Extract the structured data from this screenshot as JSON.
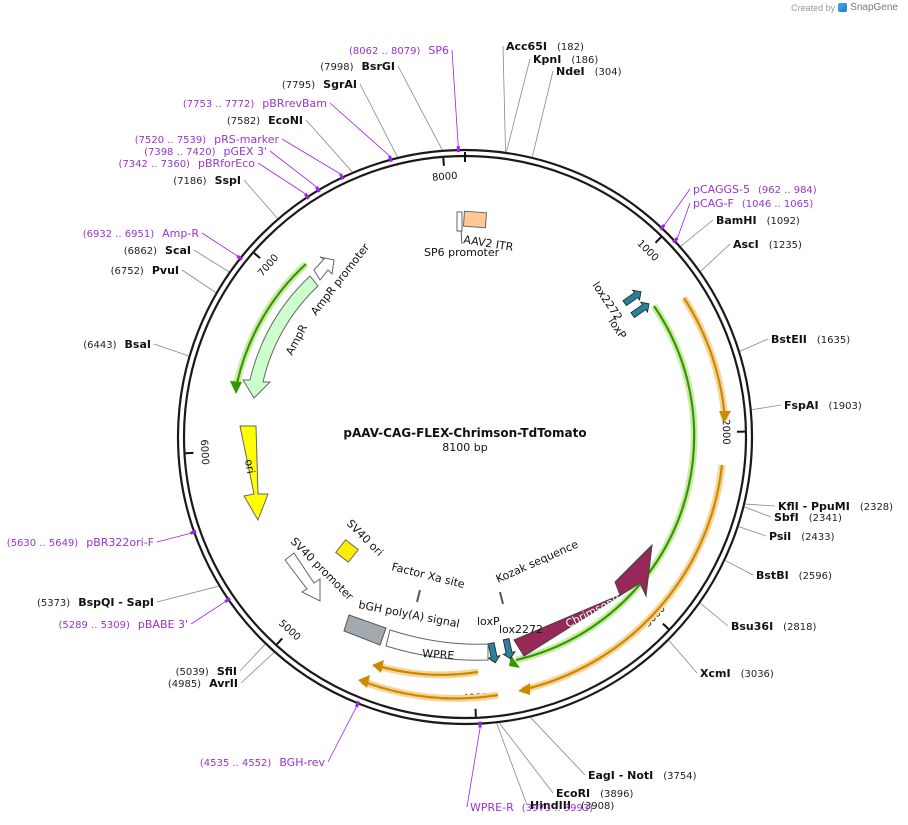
{
  "credit": {
    "created_by": "Created by",
    "brand": "SnapGene"
  },
  "plasmid": {
    "name": "pAAV-CAG-FLEX-Chrimson-TdTomato",
    "size_label": "8100 bp",
    "length": 8100
  },
  "colors": {
    "backbone": "#1a1a1a",
    "primer": "#a020f0",
    "amp": "#ccffcc",
    "ori": "#ffff00",
    "itr": "#ffc896",
    "chrimson": "#99285a",
    "lox": "#2e7f9a",
    "bgh": "#a2aab0",
    "sv40ori": "#ffee00",
    "orf_green": "#339900",
    "orf_orange": "#cc8a00"
  },
  "ticks": [
    {
      "pos": 1000,
      "label": "1000"
    },
    {
      "pos": 2000,
      "label": "2000"
    },
    {
      "pos": 3000,
      "label": "3000"
    },
    {
      "pos": 4000,
      "label": "4000"
    },
    {
      "pos": 5000,
      "label": "5000"
    },
    {
      "pos": 6000,
      "label": "6000"
    },
    {
      "pos": 7000,
      "label": "7000"
    },
    {
      "pos": 8000,
      "label": "8000"
    }
  ],
  "enzymes": [
    {
      "name": "Acc65I",
      "pos": "(182)",
      "site": 182
    },
    {
      "name": "KpnI",
      "pos": "(186)",
      "site": 186
    },
    {
      "name": "NdeI",
      "pos": "(304)",
      "site": 304
    },
    {
      "name": "BamHI",
      "pos": "(1092)",
      "site": 1092
    },
    {
      "name": "AscI",
      "pos": "(1235)",
      "site": 1235
    },
    {
      "name": "BstEII",
      "pos": "(1635)",
      "site": 1635
    },
    {
      "name": "FspAI",
      "pos": "(1903)",
      "site": 1903
    },
    {
      "name": "KflI - PpuMI",
      "pos": "(2328)",
      "site": 2328
    },
    {
      "name": "SbfI",
      "pos": "(2341)",
      "site": 2341
    },
    {
      "name": "PsiI",
      "pos": "(2433)",
      "site": 2433
    },
    {
      "name": "BstBI",
      "pos": "(2596)",
      "site": 2596
    },
    {
      "name": "Bsu36I",
      "pos": "(2818)",
      "site": 2818
    },
    {
      "name": "XcmI",
      "pos": "(3036)",
      "site": 3036
    },
    {
      "name": "EagI - NotI",
      "pos": "(3754)",
      "site": 3754
    },
    {
      "name": "EcoRI",
      "pos": "(3896)",
      "site": 3896
    },
    {
      "name": "HindIII",
      "pos": "(3908)",
      "site": 3908
    },
    {
      "name": "AvrII",
      "pos": "(4985)",
      "site": 4985
    },
    {
      "name": "SfiI",
      "pos": "(5039)",
      "site": 5039
    },
    {
      "name": "BspQI - SapI",
      "pos": "(5373)",
      "site": 5373
    },
    {
      "name": "BsaI",
      "pos": "(6443)",
      "site": 6443
    },
    {
      "name": "PvuI",
      "pos": "(6752)",
      "site": 6752
    },
    {
      "name": "ScaI",
      "pos": "(6862)",
      "site": 6862
    },
    {
      "name": "SspI",
      "pos": "(7186)",
      "site": 7186
    },
    {
      "name": "EcoNI",
      "pos": "(7582)",
      "site": 7582
    },
    {
      "name": "SgrAI",
      "pos": "(7795)",
      "site": 7795
    },
    {
      "name": "BsrGI",
      "pos": "(7998)",
      "site": 7998
    }
  ],
  "primers": [
    {
      "name": "SP6",
      "range": "(8062 .. 8079)",
      "site": 8070
    },
    {
      "name": "pCAGGS-5",
      "range": "(962 .. 984)",
      "site": 973
    },
    {
      "name": "pCAG-F",
      "range": "(1046 .. 1065)",
      "site": 1055
    },
    {
      "name": "WPRE-R",
      "range": "(3973 .. 3993)",
      "site": 3983
    },
    {
      "name": "BGH-rev",
      "range": "(4535 .. 4552)",
      "site": 4543
    },
    {
      "name": "pBABE 3'",
      "range": "(5289 .. 5309)",
      "site": 5299
    },
    {
      "name": "pBR322ori-F",
      "range": "(5630 .. 5649)",
      "site": 5640
    },
    {
      "name": "Amp-R",
      "range": "(6932 .. 6951)",
      "site": 6941
    },
    {
      "name": "pBRforEco",
      "range": "(7342 .. 7360)",
      "site": 7351
    },
    {
      "name": "pGEX 3'",
      "range": "(7398 .. 7420)",
      "site": 7409
    },
    {
      "name": "pRS-marker",
      "range": "(7520 .. 7539)",
      "site": 7530
    },
    {
      "name": "pBRrevBam",
      "range": "(7753 .. 7772)",
      "site": 7762
    }
  ],
  "features": {
    "ampr": "AmpR",
    "ampr_promoter": "AmpR promoter",
    "ori": "ori",
    "itr": "AAV2 ITR",
    "sp6_promoter": "SP6 promoter",
    "lox2272_top": "lox2272",
    "loxp_top": "loxP",
    "chrimsonr": "ChrimsonR",
    "kozak": "Kozak sequence",
    "lox2272_bottom": "lox2272",
    "loxp_bottom": "loxP",
    "factor_xa": "Factor Xa site",
    "sv40_ori": "SV40 ori",
    "sv40_promoter": "SV40 promoter",
    "bgh_polya": "bGH poly(A) signal",
    "wpre": "WPRE"
  }
}
